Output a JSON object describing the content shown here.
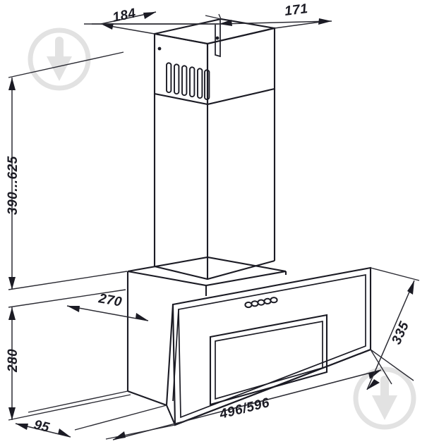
{
  "document": {
    "type": "technical-dimension-drawing",
    "subject": "inclined-glass-kitchen-range-hood",
    "units": "mm",
    "background_color": "#ffffff",
    "line_color": "#1b1b24",
    "dimension_color": "#2b2b33",
    "watermark_color": "#e2e2e2"
  },
  "dimensions": {
    "chimney_depth": {
      "label": "184",
      "position": "top-left",
      "orientation": "isometric-left"
    },
    "chimney_width": {
      "label": "171",
      "position": "top-right",
      "orientation": "isometric-right"
    },
    "chimney_height_range": {
      "label": "390...625",
      "position": "left-vertical-upper",
      "orientation": "vertical-rotated"
    },
    "body_height": {
      "label": "280",
      "position": "left-vertical-lower",
      "orientation": "vertical-rotated"
    },
    "body_depth": {
      "label": "270",
      "position": "middle-left",
      "orientation": "isometric-left"
    },
    "base_depth": {
      "label": "95",
      "position": "bottom-left",
      "orientation": "isometric-left"
    },
    "hood_width": {
      "label": "496/596",
      "position": "bottom-center",
      "orientation": "isometric-right"
    },
    "front_panel_height": {
      "label": "335",
      "position": "right-side",
      "orientation": "isometric-rotated"
    }
  },
  "features": {
    "vent_slot_count": 6,
    "control_button_count": 5,
    "screw_count": 2,
    "watermark_count": 2,
    "watermark_name": "shield-drop-watermark"
  }
}
